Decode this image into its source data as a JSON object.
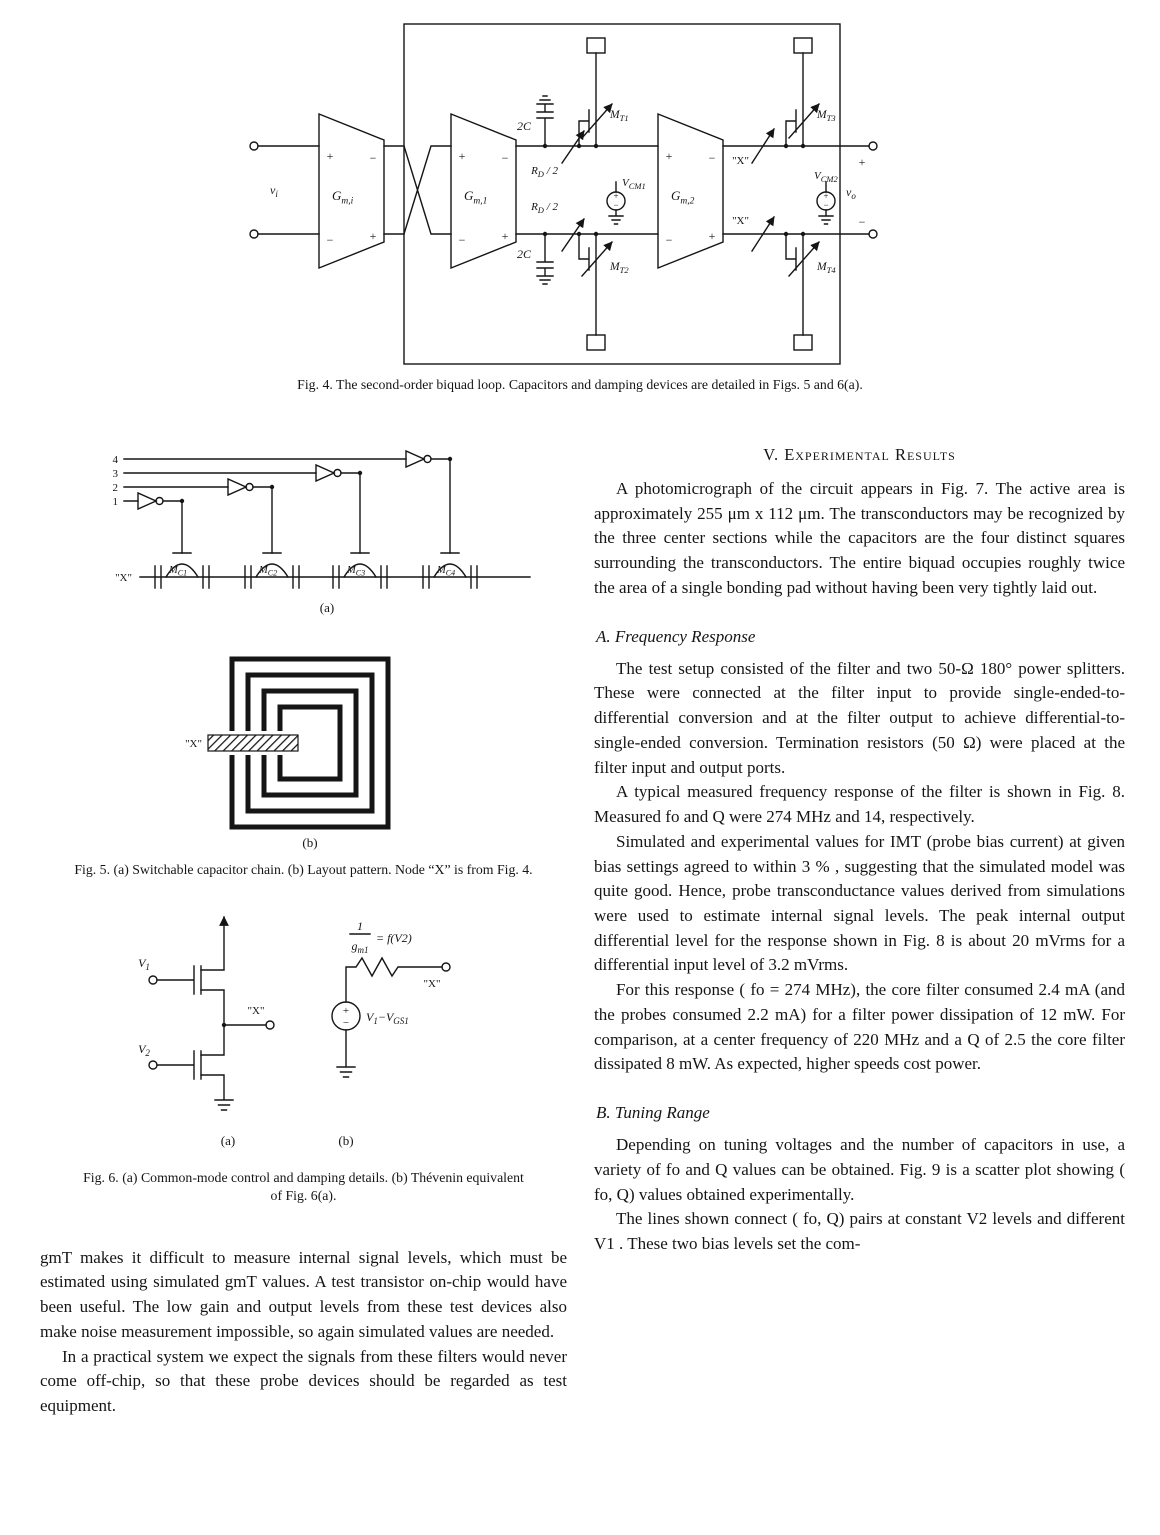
{
  "fig4": {
    "caption": "Fig. 4. The second-order biquad loop. Capacitors and damping devices are detailed in Figs. 5 and 6(a).",
    "labels": {
      "vi_main": "v",
      "vi_sub": "i",
      "gmi_main": "G",
      "gmi_sub": "m,i",
      "gm1_main": "G",
      "gm1_sub": "m,1",
      "gm2_main": "G",
      "gm2_sub": "m,2",
      "plus": "+",
      "minus": "−",
      "two_c": "2C",
      "rd_main": "R",
      "rd_sub": "D",
      "rd_rest": " / 2",
      "mt_main": "M",
      "mt1_sub": "T1",
      "mt2_sub": "T2",
      "mt3_sub": "T3",
      "mt4_sub": "T4",
      "vcm_main": "V",
      "vcm1_sub": "CM1",
      "vcm2_sub": "CM2",
      "x_node": "\"X\"",
      "vo_main": "v",
      "vo_sub": "o"
    }
  },
  "fig5": {
    "caption": "Fig. 5. (a) Switchable capacitor chain. (b) Layout pattern. Node “X” is from Fig. 4.",
    "labels": {
      "line4": "4",
      "line3": "3",
      "line2": "2",
      "line1": "1",
      "x_node": "\"X\"",
      "mc_main": "M",
      "mc1_sub": "C1",
      "mc2_sub": "C2",
      "mc3_sub": "C3",
      "mc4_sub": "C4",
      "sub_a": "(a)",
      "sub_b": "(b)"
    }
  },
  "fig6": {
    "caption": "Fig. 6. (a) Common-mode control and damping details. (b) Thévenin equivalent of Fig. 6(a).",
    "labels": {
      "v_main": "V",
      "v1_sub": "1",
      "v2_sub": "2",
      "x_node": "\"X\"",
      "frac_num": "1",
      "frac_den_main": "g",
      "frac_den_sub": "m1",
      "frac_rhs": "= f(V2)",
      "src_p1": "V",
      "src_p1_sub": "1",
      "src_p2": "−V",
      "src_p2_sub": "GS1",
      "plus": "+",
      "minus": "−",
      "sub_a": "(a)",
      "sub_b": "(b)"
    }
  },
  "left_column": {
    "para1": "gmT makes it difficult to measure internal signal levels, which must be estimated using simulated gmT values. A test transistor on-chip would have been useful. The low gain and output levels from these test devices also make noise measurement impossible, so again simulated values are needed.",
    "para2": "In a practical system we expect the signals from these filters would never come off-chip, so that these probe devices should be regarded as test equipment."
  },
  "right_column": {
    "section_v_title": "V. Experimental Results",
    "para1": "A photomicrograph of the circuit appears in Fig. 7. The active area is approximately 255 μm x 112 μm. The transconductors may be recognized by the three center sections while the capacitors are the four distinct squares surrounding the transconductors. The entire biquad occupies roughly twice the area of a single bonding pad without having been very tightly laid out.",
    "heading_a": "A. Frequency Response",
    "para_a1": "The test setup consisted of the filter and two 50-Ω 180° power splitters. These were connected at the filter input to provide single-ended-to-differential conversion and at the filter output to achieve differential-to-single-ended conversion. Termination resistors (50 Ω) were placed at the filter input and output ports.",
    "para_a2": "A typical measured frequency response of the filter is shown in Fig. 8. Measured fo and Q were 274 MHz and 14, respectively.",
    "para_a3": "Simulated and experimental values for IMT (probe bias current) at given bias settings agreed to within 3 % , suggesting that the simulated model was quite good. Hence, probe transconductance values derived from simulations were used to estimate internal signal levels. The peak internal output differential level for the response shown in Fig. 8 is about 20 mVrms for a differential input level of 3.2 mVrms.",
    "para_a4": "For this response ( fo = 274 MHz), the core filter consumed 2.4 mA (and the probes consumed 2.2 mA) for a filter power dissipation of 12 mW. For comparison, at a center frequency of 220 MHz and a Q of 2.5 the core filter dissipated 8 mW. As expected, higher speeds cost power.",
    "heading_b": "B. Tuning Range",
    "para_b1": "Depending on tuning voltages and the number of capacitors in use, a variety of fo and Q values can be obtained. Fig. 9 is a scatter plot showing ( fo, Q) values obtained experimentally.",
    "para_b2": "The lines shown connect ( fo, Q) pairs at constant V2 levels and different V1 . These two bias levels set the com-"
  }
}
